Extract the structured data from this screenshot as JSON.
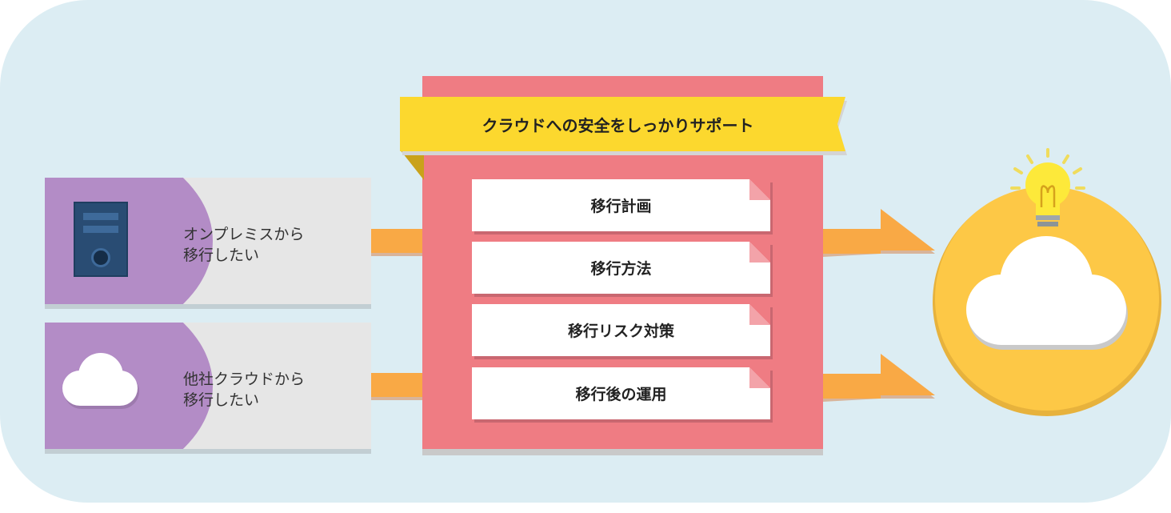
{
  "diagram": {
    "sources": [
      {
        "line1": "オンプレミスから",
        "line2": "移行したい",
        "icon": "server-icon"
      },
      {
        "line1": "他社クラウドから",
        "line2": "移行したい",
        "icon": "cloud-icon"
      }
    ],
    "banner": "クラウドへの安全をしっかりサポート",
    "steps": [
      "移行計画",
      "移行方法",
      "移行リスク対策",
      "移行後の運用"
    ],
    "goal_icons": [
      "lightbulb-icon",
      "cloud-icon"
    ]
  },
  "colors": {
    "background": "#dcedf3",
    "card": "#e6e6e6",
    "card_accent": "#b38cc6",
    "panel": "#ef7c83",
    "banner": "#fcd82e",
    "arrow": "#f9a945",
    "goal_circle": "#fdc846",
    "server": "#294c73"
  }
}
